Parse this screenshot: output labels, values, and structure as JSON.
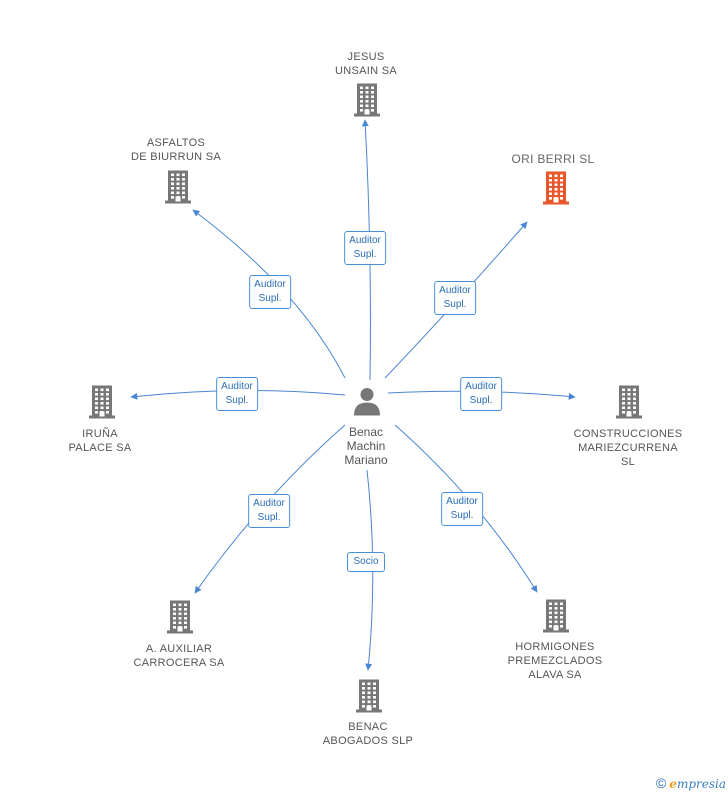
{
  "center": {
    "name": "Benac\nMachin\nMariano",
    "icon": "person-icon"
  },
  "nodes": [
    {
      "id": "jesus",
      "label": "JESUS\nUNSAIN SA",
      "icon": "building-icon",
      "color": "#777777",
      "relation": "Auditor\nSupl."
    },
    {
      "id": "asfaltos",
      "label": "ASFALTOS\nDE BIURRUN SA",
      "icon": "building-icon",
      "color": "#777777",
      "relation": "Auditor\nSupl."
    },
    {
      "id": "ori",
      "label": "ORI BERRI SL",
      "icon": "building-icon",
      "color": "#e8562a",
      "relation": "Auditor\nSupl."
    },
    {
      "id": "iruna",
      "label": "IRUÑA\nPALACE SA",
      "icon": "building-icon",
      "color": "#777777",
      "relation": "Auditor\nSupl."
    },
    {
      "id": "construcciones",
      "label": "CONSTRUCCIONES\nMARIEZCURRENA SL",
      "icon": "building-icon",
      "color": "#777777",
      "relation": "Auditor\nSupl."
    },
    {
      "id": "auxiliar",
      "label": "A.  AUXILIAR\nCARROCERA SA",
      "icon": "building-icon",
      "color": "#777777",
      "relation": "Auditor\nSupl."
    },
    {
      "id": "hormigones",
      "label": "HORMIGONES\nPREMEZCLADOS\nALAVA SA",
      "icon": "building-icon",
      "color": "#777777",
      "relation": "Auditor\nSupl."
    },
    {
      "id": "benac",
      "label": "BENAC\nABOGADOS  SLP",
      "icon": "building-icon",
      "color": "#777777",
      "relation": "Socio"
    }
  ],
  "colors": {
    "edge": "#4a86d4",
    "accent": "#e8562a"
  },
  "footer": {
    "copyright": "©",
    "brand_e": "e",
    "brand_rest": "mpresia"
  }
}
